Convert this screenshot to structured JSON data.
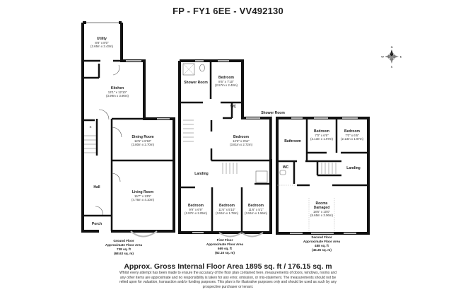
{
  "title": "FP - FY1 6EE - VV492130",
  "ground_floor": {
    "rooms": [
      {
        "name": "Utility",
        "dim_imperial": "8'8\" x 8'0\"",
        "dim_metric": "(2.65m x 2.43m)"
      },
      {
        "name": "Kitchen",
        "dim_imperial": "13'1\" x 12'10\"",
        "dim_metric": "(3.99m x 3.90m)"
      },
      {
        "name": "Dining Room",
        "dim_imperial": "12'6\" x 8'10\"",
        "dim_metric": "(3.80m x 2.70m)"
      },
      {
        "name": "Living Room",
        "dim_imperial": "15'7\" x 13'5\"",
        "dim_metric": "(4.76m x 4.10m)"
      },
      {
        "name": "Hall"
      },
      {
        "name": "Porch"
      },
      {
        "name": "S"
      }
    ],
    "label": "Ground Floor",
    "area_label": "Approximate Floor Area",
    "area_sqft": "738 sq. ft",
    "area_sqm": "(68.63 sq. m)"
  },
  "first_floor": {
    "rooms": [
      {
        "name": "Shower Room"
      },
      {
        "name": "Bedroom",
        "dim_imperial": "8'6\" x 7'10\"",
        "dim_metric": "(2.57m x 2.40m)"
      },
      {
        "name": "WC"
      },
      {
        "name": "Bedroom",
        "dim_imperial": "12'6\" x 8'11\"",
        "dim_metric": "(3.81m x 2.72m)"
      },
      {
        "name": "Landing"
      },
      {
        "name": "Bedroom",
        "dim_imperial": "9'9\" x 6'9\"",
        "dim_metric": "(2.97m x 2.05m)"
      },
      {
        "name": "Bedroom",
        "dim_imperial": "11'6\" x 5'10\"",
        "dim_metric": "(3.51m x 1.78m)"
      },
      {
        "name": "Bedroom",
        "dim_imperial": "11'6\" x 5'1\"",
        "dim_metric": "(3.51m x 1.56m)"
      },
      {
        "name": "Shower Room"
      }
    ],
    "label": "First Floor",
    "area_label": "Approximate Floor Area",
    "area_sqft": "669 sq. ft",
    "area_sqm": "(62.16 sq. m)"
  },
  "second_floor": {
    "rooms": [
      {
        "name": "Bathroom"
      },
      {
        "name": "Bedroom",
        "dim_imperial": "7'0\" x 6'6\"",
        "dim_metric": "(2.13m x 1.97m)"
      },
      {
        "name": "Bedroom",
        "dim_imperial": "7'0\" x 6'6\"",
        "dim_metric": "(2.13m x 1.97m)"
      },
      {
        "name": "WC"
      },
      {
        "name": "Landing"
      },
      {
        "name": "Rooms",
        "name2": "Damaged",
        "dim_imperial": "18'6\" x 10'0\"",
        "dim_metric": "(5.65m x 3.06m)"
      }
    ],
    "label": "Second Floor",
    "area_label": "Approximate Floor Area",
    "area_sqft": "488 sq. ft",
    "area_sqm": "(45.36 sq. m)"
  },
  "compass": {
    "n": "N",
    "s": "S",
    "e": "E",
    "w": "W"
  },
  "total_area": "Approx. Gross Internal Floor Area 1895 sq. ft / 176.15 sq. m",
  "disclaimer": "Whilst every attempt has been made to ensure the accuracy of the floor plan contained here, measurements of doors, windows, rooms and any other items are approximate and no responsibility is taken for any error, omission, or mis-statement. The measurements should not be relied upon for valuation, transaction and/or funding purposes. This plan is for illustrative purposes only and should be used as such by any prospective purchaser or tenant."
}
